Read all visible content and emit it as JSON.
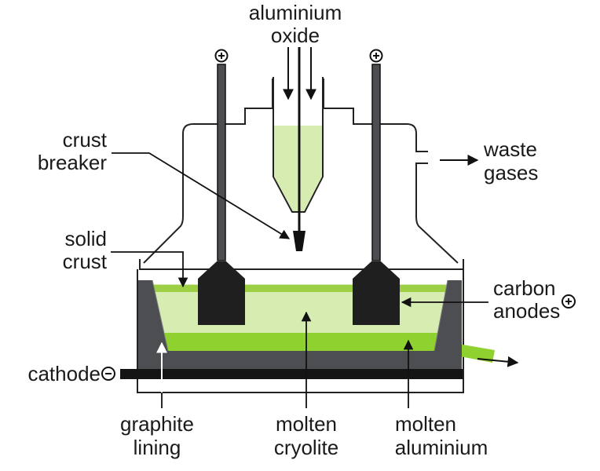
{
  "labels": {
    "aluminium_oxide_1": "aluminium",
    "aluminium_oxide_2": "oxide",
    "crust_breaker_1": "crust",
    "crust_breaker_2": "breaker",
    "solid_crust_1": "solid",
    "solid_crust_2": "crust",
    "waste_gases_1": "waste",
    "waste_gases_2": "gases",
    "carbon_anodes_1": "carbon",
    "carbon_anodes_2": "anodes",
    "cathode": "cathode",
    "graphite_lining_1": "graphite",
    "graphite_lining_2": "lining",
    "molten_cryolite_1": "molten",
    "molten_cryolite_2": "cryolite",
    "molten_aluminium_1": "molten",
    "molten_aluminium_2": "aluminium"
  },
  "colors": {
    "cryolite": "#d6ecb0",
    "molten_aluminium": "#8fd12e",
    "crust": "#9ccf43",
    "lining": "#4c4e52",
    "anode": "#1f1f1f",
    "outline": "#222222"
  },
  "icons": [
    "positive-terminal-icon",
    "negative-terminal-icon"
  ]
}
